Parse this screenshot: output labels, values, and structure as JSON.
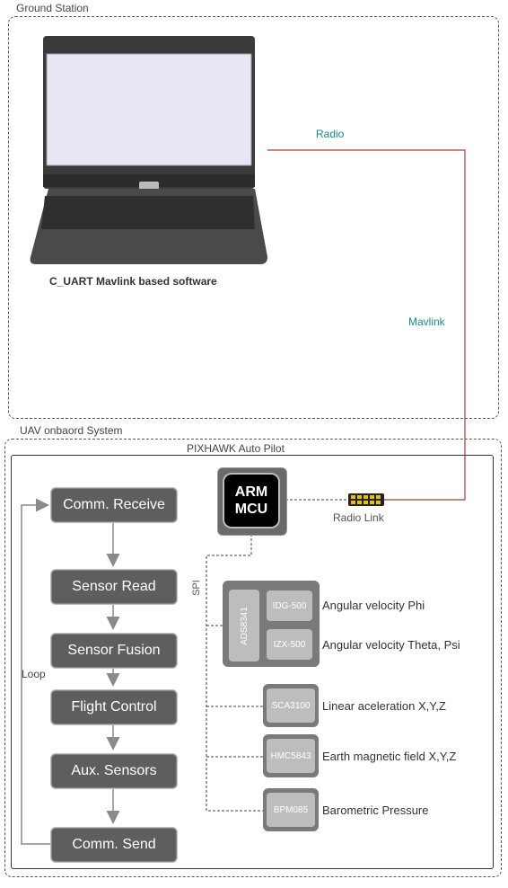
{
  "ground_station": {
    "title": "Ground Station",
    "software_label": "C_UART Mavlink based software",
    "radio_label": "Radio",
    "mavlink_label": "Mavlink"
  },
  "uav": {
    "title": "UAV onbaord System",
    "autopilot_title": "PIXHAWK Auto Pilot",
    "mcu_line1": "ARM",
    "mcu_line2": "MCU",
    "radio_link_label": "Radio Link",
    "spi_label": "SPI",
    "loop_label": "Loop"
  },
  "flow": [
    "Comm. Receive",
    "Sensor Read",
    "Sensor Fusion",
    "Flight Control",
    "Aux. Sensors",
    "Comm. Send"
  ],
  "sensors": {
    "ads_chip": "ADS8341",
    "gyros": [
      {
        "chip": "IDG-500",
        "label": "Angular velocity Phi"
      },
      {
        "chip": "IZX-500",
        "label": "Angular velocity Theta, Psi"
      }
    ],
    "others": [
      {
        "chip": "SCA3100",
        "label": "Linear aceleration X,Y,Z"
      },
      {
        "chip": "HMC5843",
        "label": "Earth magnetic field X,Y,Z"
      },
      {
        "chip": "BPM085",
        "label": "Barometric Pressure"
      }
    ]
  },
  "colors": {
    "radio_line": "#b03a2e",
    "link_text": "#1a8a8a",
    "box_fill": "#5e5e5e",
    "arrow": "#8a8a8a"
  }
}
